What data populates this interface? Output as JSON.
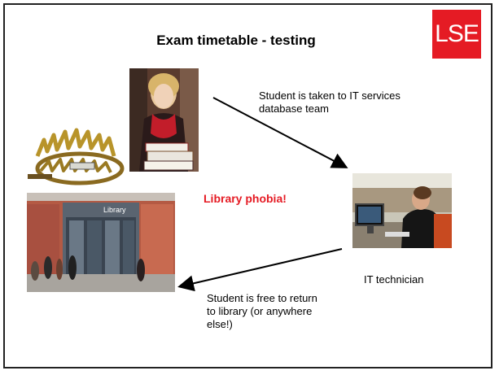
{
  "slide": {
    "title": "Exam timetable - testing",
    "logo_text": "LSE",
    "caption_top": "Student is taken to IT services database team",
    "caption_tech": "IT technician",
    "caption_bottom": "Student is free to return to library (or anywhere else!)",
    "highlight": "Library phobia!",
    "library_sign": "Library"
  },
  "colors": {
    "accent": "#e51b24",
    "frame": "#222222"
  }
}
